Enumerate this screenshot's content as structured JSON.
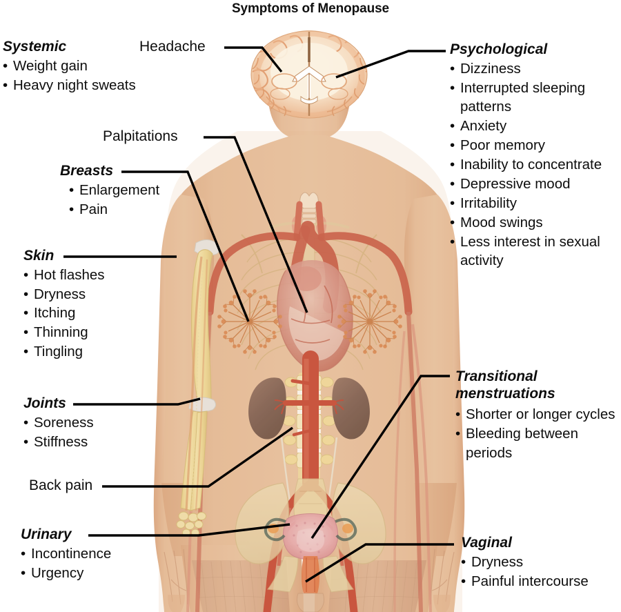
{
  "title": "Symptoms of Menopause",
  "labels": {
    "systemic": {
      "heading": "Systemic",
      "items": [
        "Weight gain",
        "Heavy night sweats"
      ]
    },
    "headache": {
      "heading": "Headache"
    },
    "palpitations": {
      "heading": "Palpitations"
    },
    "breasts": {
      "heading": "Breasts",
      "items": [
        "Enlargement",
        "Pain"
      ]
    },
    "skin": {
      "heading": "Skin",
      "items": [
        "Hot flashes",
        "Dryness",
        "Itching",
        "Thinning",
        "Tingling"
      ]
    },
    "joints": {
      "heading": "Joints",
      "items": [
        "Soreness",
        "Stiffness"
      ]
    },
    "back_pain": {
      "heading": "Back pain"
    },
    "urinary": {
      "heading": "Urinary",
      "items": [
        "Incontinence",
        "Urgency"
      ]
    },
    "psychological": {
      "heading": "Psychological",
      "items": [
        "Dizziness",
        "Interrupted sleeping patterns",
        "Anxiety",
        "Poor memory",
        "Inability to concentrate",
        "Depressive mood",
        "Irritability",
        "Mood swings",
        "Less interest in sexual activity"
      ]
    },
    "transitional": {
      "heading": "Transitional menstruations",
      "items": [
        "Shorter or longer cycles",
        "Bleeding between periods"
      ]
    },
    "vaginal": {
      "heading": "Vaginal",
      "items": [
        "Dryness",
        "Painful intercourse"
      ]
    }
  },
  "anatomy": {
    "figure_name": "female-anatomy-torso-diagram",
    "parts": [
      "body-silhouette",
      "brain-coronal-section",
      "larynx-thyroid",
      "ribcage",
      "heart",
      "aorta",
      "carotid-arteries",
      "subclavian-arteries",
      "mammary-gland-left",
      "mammary-gland-right",
      "humerus",
      "radius-ulna",
      "elbow-joint-cartilage",
      "shoulder-joint-cartilage",
      "wrist-hand-bones",
      "kidney-left",
      "kidney-right",
      "lumbar-spine",
      "abdominal-aorta",
      "iliac-arteries",
      "pelvis",
      "uterus",
      "ovary-left",
      "ovary-right",
      "vagina",
      "thigh-muscles",
      "femoral-arteries"
    ]
  },
  "colors": {
    "skin": "#e3b593",
    "skin_light": "#eccaae",
    "skin_shadow": "#d9a682",
    "bone": "#f0dfa0",
    "bone_light": "#f7ecc4",
    "cartilage": "#e8e8e6",
    "artery": "#c8543f",
    "artery_light": "#d4766a",
    "heart": "#c95a4e",
    "heart_light": "#e8b5ae",
    "kidney": "#7c5a50",
    "brain_light": "#f7e6d0",
    "brain_mid": "#f0c4a3",
    "gland": "#c87a4e",
    "leader": "#000000",
    "text": "#0d0d0d",
    "background": "#ffffff"
  }
}
